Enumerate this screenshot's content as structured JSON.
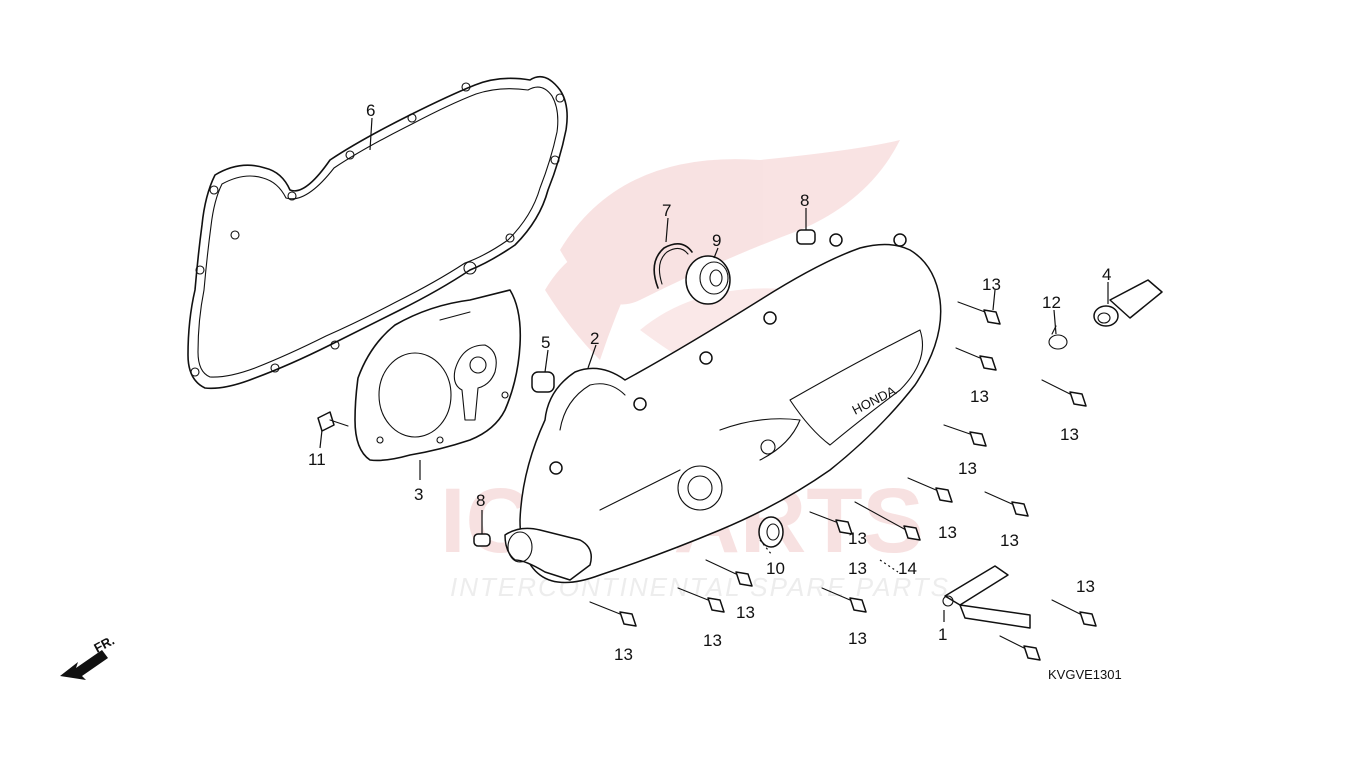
{
  "watermark": {
    "brand": "ICS PARTS",
    "tagline": "INTERCONTINENTAL SPARE PARTS",
    "color": "#e8a0a0"
  },
  "diagram": {
    "code": "KVGVE1301",
    "direction_label": "FR.",
    "cover_brand": "HONDA",
    "callouts": {
      "c1": "1",
      "c2": "2",
      "c3": "3",
      "c4": "4",
      "c5": "5",
      "c6": "6",
      "c7": "7",
      "c8a": "8",
      "c8b": "8",
      "c9": "9",
      "c10": "10",
      "c11": "11",
      "c12": "12",
      "c13a": "13",
      "c13b": "13",
      "c13c": "13",
      "c13d": "13",
      "c13e": "13",
      "c13f": "13",
      "c13g": "13",
      "c13h": "13",
      "c13i": "13",
      "c13j": "13",
      "c13k": "13",
      "c13l": "13",
      "c13m": "13",
      "c14": "14"
    }
  }
}
